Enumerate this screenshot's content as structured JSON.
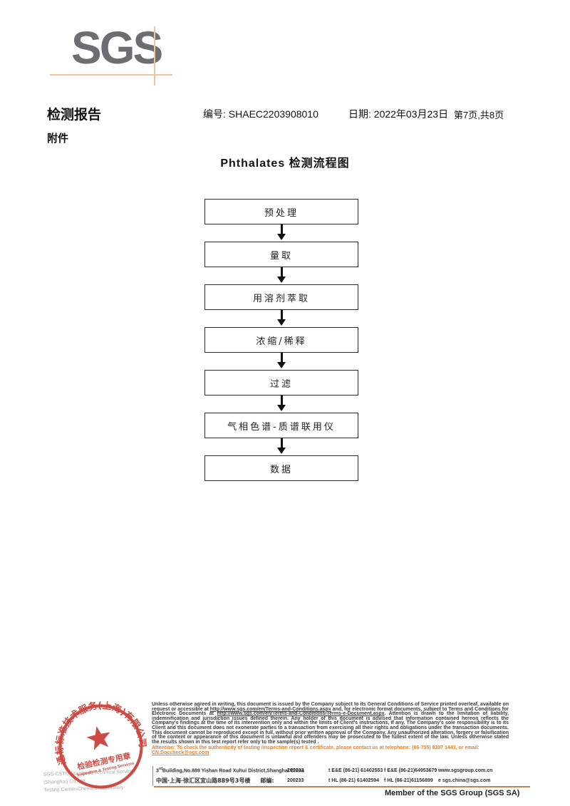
{
  "header": {
    "logo": "SGS",
    "report_title": "检测报告",
    "report_no_label": "编号:",
    "report_no": "SHAEC2203908010",
    "date_label": "日期:",
    "date": "2022年03月23日",
    "pagination": "第7页,共8页",
    "attachment": "附件"
  },
  "content": {
    "title": "Phthalates 检测流程图",
    "flow_steps": [
      "预处理",
      "量取",
      "用溶剂萃取",
      "浓缩/稀释",
      "过滤",
      "气相色谱-质谱联用仪",
      "数据"
    ]
  },
  "stamp": {
    "ring_text": "通标标准技术服务(上海)有限公司",
    "seal_title": "检验检测专用章",
    "seal_subtitle": "Inspection & Testing Services",
    "company_line1": "SGS-CSTC Standards Technical Services (Shanghai) Co.,Ltd.",
    "company_line2": "Testing Center-Chemical Laboratory"
  },
  "legal": {
    "disclaimer_1": "Unless otherwise agreed in writing, this document is issued by the Company subject to its General Conditions of Service printed overleaf, available on request or accessible at ",
    "url_1": "http://www.sgs.com/en/Terms-and-Conditions.aspx",
    "disclaimer_2": " and, for electronic format documents, subject to Terms and Conditions for Electronic Documents at ",
    "url_2": "http://www.sgs.com/en/Terms-and-Conditions/Terms-e-Document.aspx",
    "disclaimer_3": ". Attention is drawn to the limitation of liability, indemnification and jurisdiction issues defined therein. Any holder of this document is advised that information contained hereon reflects the Company's findings at the time of its intervention only and within the limits of Client's instructions, if any. The Company's sole responsibility is to its Client and this document does not exonerate parties to a transaction from exercising all their rights and obligations under the transaction documents. This document cannot be reproduced except in full, without prior written approval of the Company. Any unauthorized alteration, forgery or falsification of the content or appearance of this document is unlawful and offenders may be prosecuted to the fullest extent of the law. Unless otherwise stated the results shown in this test report refer only to the sample(s) tested .",
    "attention": "Attention: To check the authenticity of testing /inspection report & certificate, please contact us at telephone: (86-755) 8307 1443, or email: ",
    "attention_email": "CN.Doccheck@sgs.com"
  },
  "address": {
    "en_prefix": "3",
    "en_sup": "rd",
    "en_rest": "Building,No.889 Yishan Road Xuhui District,Shanghai China",
    "en_zip": "200233",
    "cn": "中国·上海·徐汇区宜山路889号3号楼",
    "cn_zip_label": "邮编:",
    "cn_zip": "200233",
    "tel_1": "t E&E (86-21) 61402553",
    "fax_1": "f E&E (86-21)64953679",
    "web": "www.sgsgroup.com.cn",
    "tel_2": "t HL (86-21) 61402594",
    "fax_2": "f HL (86-21)61156899",
    "email": "e sgs.china@sgs.com"
  },
  "footer": {
    "member": "Member of the SGS Group (SGS SA)"
  },
  "colors": {
    "accent_orange": "#e2822e",
    "stamp_red": "#c5342c",
    "logo_gray": "#6d6e71",
    "rule_tan": "#c5834f"
  }
}
